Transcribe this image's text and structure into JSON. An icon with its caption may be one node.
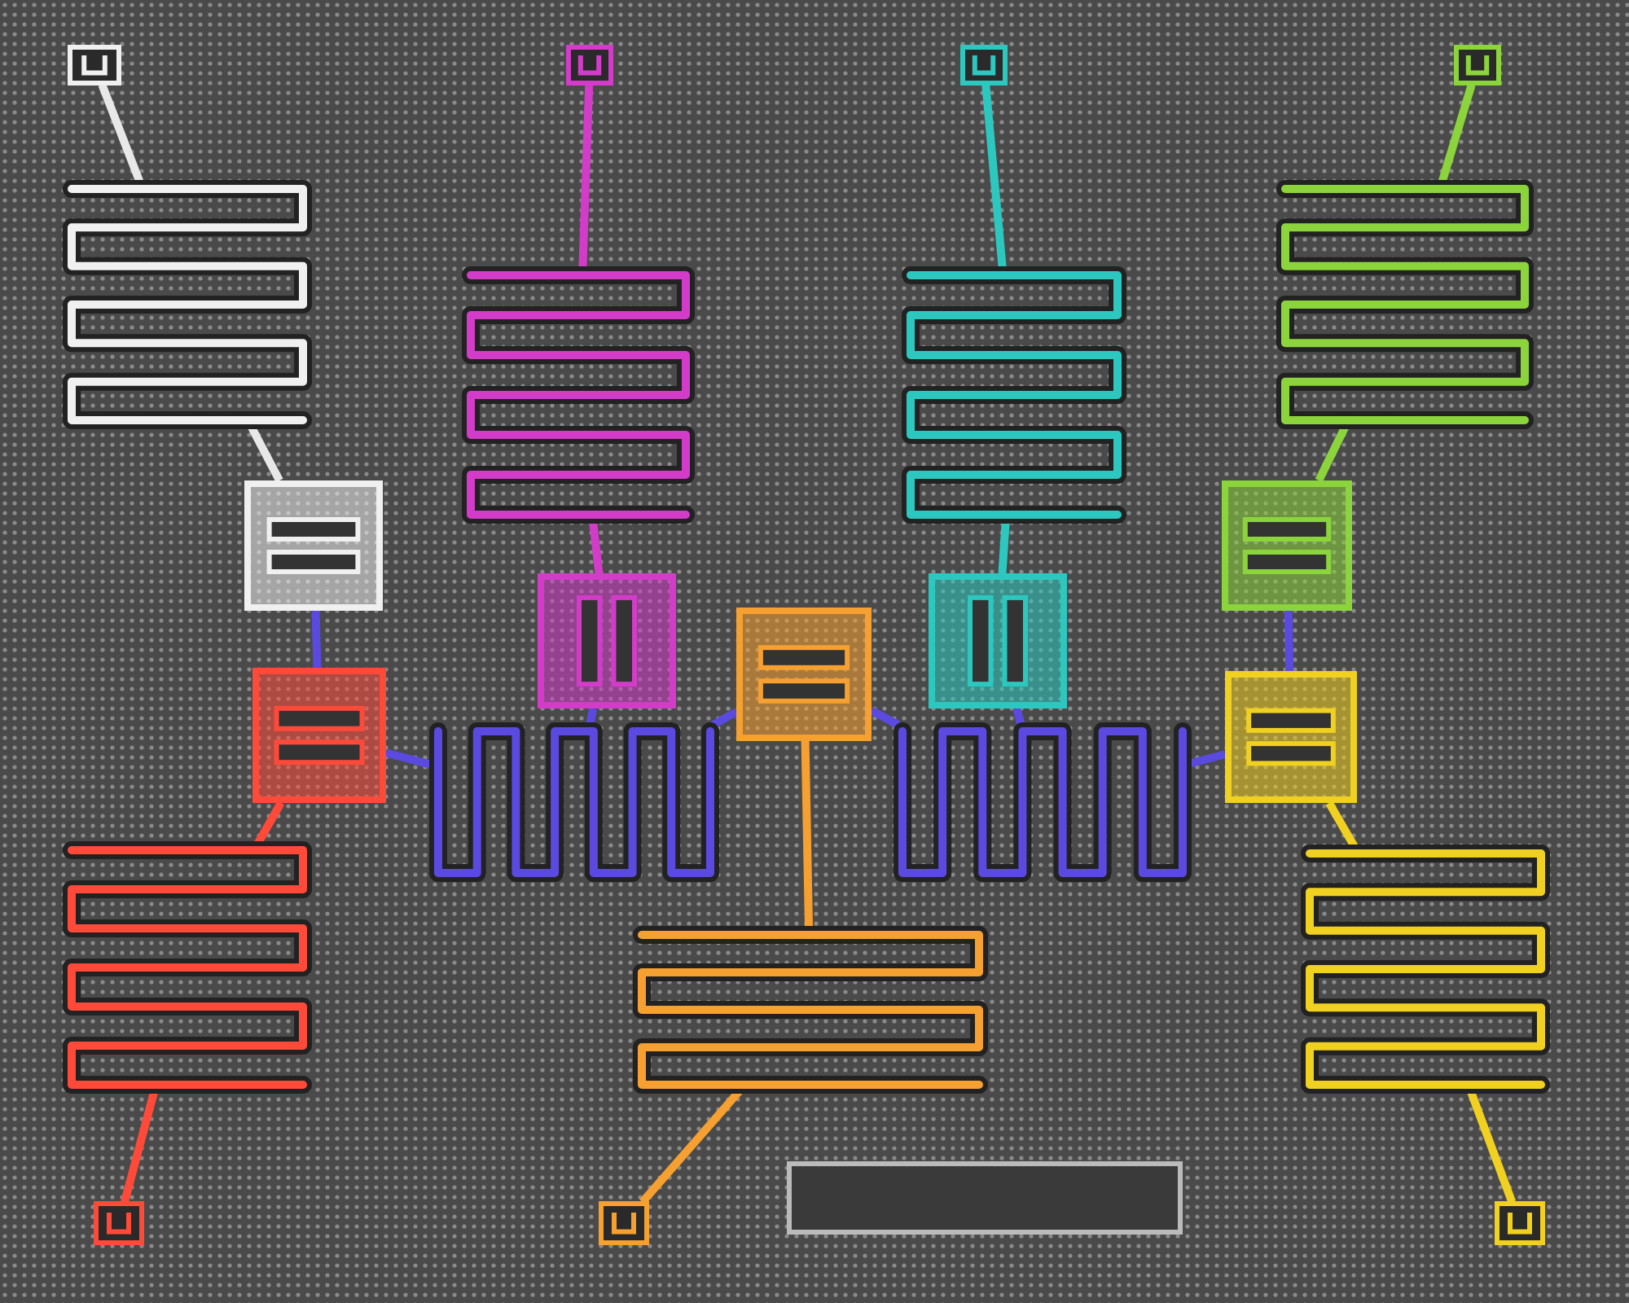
{
  "diagram": {
    "nodes": [
      {
        "text": [],
        "shape": "pad"
      },
      {
        "text": [],
        "shape": "pad"
      },
      {
        "text": [],
        "shape": "pad"
      },
      {
        "text": [],
        "shape": "pad"
      },
      {
        "text": [],
        "shape": "meander"
      },
      {
        "text": [],
        "shape": "meander"
      },
      {
        "text": [],
        "shape": "meander"
      },
      {
        "text": [],
        "shape": "meander"
      },
      {
        "text": [],
        "shape": "box"
      },
      {
        "text": [],
        "shape": "box"
      },
      {
        "text": [],
        "shape": "box"
      },
      {
        "text": [],
        "shape": "box"
      },
      {
        "text": [],
        "shape": "box"
      },
      {
        "text": [],
        "shape": "box"
      },
      {
        "text": [],
        "shape": "box"
      },
      {
        "text": [],
        "shape": "meander"
      },
      {
        "text": [],
        "shape": "meander"
      },
      {
        "text": [],
        "shape": "meander"
      },
      {
        "text": [],
        "shape": "meander"
      },
      {
        "text": [],
        "shape": "meander"
      },
      {
        "text": [],
        "shape": "pad"
      },
      {
        "text": [],
        "shape": "pad"
      },
      {
        "text": [],
        "shape": "pad"
      },
      {
        "text": [],
        "shape": "plate"
      }
    ],
    "edges": [
      {
        "from": 0,
        "to": 4,
        "arrow": "none",
        "color": "#e8e8e8"
      },
      {
        "from": 4,
        "to": 8,
        "arrow": "none",
        "color": "#e8e8e8"
      },
      {
        "from": 8,
        "to": 13,
        "arrow": "none",
        "color": "#5a4ae0"
      },
      {
        "from": 13,
        "to": 17,
        "arrow": "none",
        "color": "#ff4a3a"
      },
      {
        "from": 17,
        "to": 20,
        "arrow": "none",
        "color": "#ff4a3a"
      },
      {
        "from": 1,
        "to": 5,
        "arrow": "none",
        "color": "#d23cc8"
      },
      {
        "from": 5,
        "to": 10,
        "arrow": "none",
        "color": "#d23cc8"
      },
      {
        "from": 2,
        "to": 6,
        "arrow": "none",
        "color": "#2cc8c0"
      },
      {
        "from": 6,
        "to": 12,
        "arrow": "none",
        "color": "#2cc8c0"
      },
      {
        "from": 3,
        "to": 7,
        "arrow": "none",
        "color": "#8cd43c"
      },
      {
        "from": 7,
        "to": 9,
        "arrow": "none",
        "color": "#8cd43c"
      },
      {
        "from": 9,
        "to": 14,
        "arrow": "none",
        "color": "#5a4ae0"
      },
      {
        "from": 14,
        "to": 19,
        "arrow": "none",
        "color": "#f0d020"
      },
      {
        "from": 19,
        "to": 22,
        "arrow": "none",
        "color": "#f0d020"
      },
      {
        "from": 11,
        "to": 18,
        "arrow": "none",
        "color": "#f5a030"
      },
      {
        "from": 18,
        "to": 21,
        "arrow": "none",
        "color": "#f5a030"
      },
      {
        "from": 15,
        "to": 13,
        "arrow": "none",
        "color": "#5a4ae0"
      },
      {
        "from": 15,
        "to": 10,
        "arrow": "none",
        "color": "#5a4ae0"
      },
      {
        "from": 15,
        "to": 11,
        "arrow": "none",
        "color": "#5a4ae0"
      },
      {
        "from": 16,
        "to": 11,
        "arrow": "none",
        "color": "#5a4ae0"
      },
      {
        "from": 16,
        "to": 12,
        "arrow": "none",
        "color": "#5a4ae0"
      },
      {
        "from": 16,
        "to": 14,
        "arrow": "none",
        "color": "#5a4ae0"
      }
    ]
  }
}
